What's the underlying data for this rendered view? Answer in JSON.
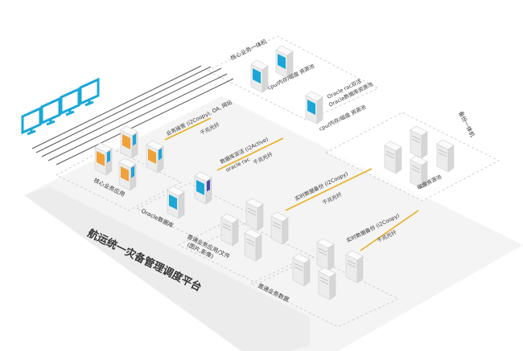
{
  "platform_title": "航运统一灾备管理调度平台",
  "zones": {
    "core_apps": "核心业务应用",
    "oracle_db": "Oracle数据库",
    "general_apps_files": "普通业务应用/文件",
    "general_apps_files_sub": "(图片,影像)",
    "general_db": "普通业务数据",
    "core_all_in_one": "核心业务一体机",
    "backup_all_in_one": "备份一体机"
  },
  "notes": {
    "cpu_mem_disk_pool_1": "cpu/内存/磁盘 资源池",
    "oracle_rac_ha": "Oracle rac双活",
    "oracle_db_pool": "Oracle数据库资源池",
    "cpu_mem_disk_pool_2": "cpu/内存/磁盘 资源池",
    "disk_pool": "磁盘资源池"
  },
  "links": [
    {
      "label": "业务接管 (i2Coopy), OA, 网站",
      "medium": "千兆光纤"
    },
    {
      "label": "数据库双活 (i2Active)",
      "label2": "oracle rac",
      "medium": "千兆光纤"
    },
    {
      "label": "实时数据备份 (i2Coopy)",
      "medium": "千兆光纤"
    },
    {
      "label": "实时数据备份 (i2Coopy)",
      "medium": "千兆光纤"
    }
  ],
  "colors": {
    "link_line": "#e8b021",
    "monitor": "#1aa7d8",
    "server_body": "#f2f2f2",
    "platform": "#f4f4f4"
  }
}
